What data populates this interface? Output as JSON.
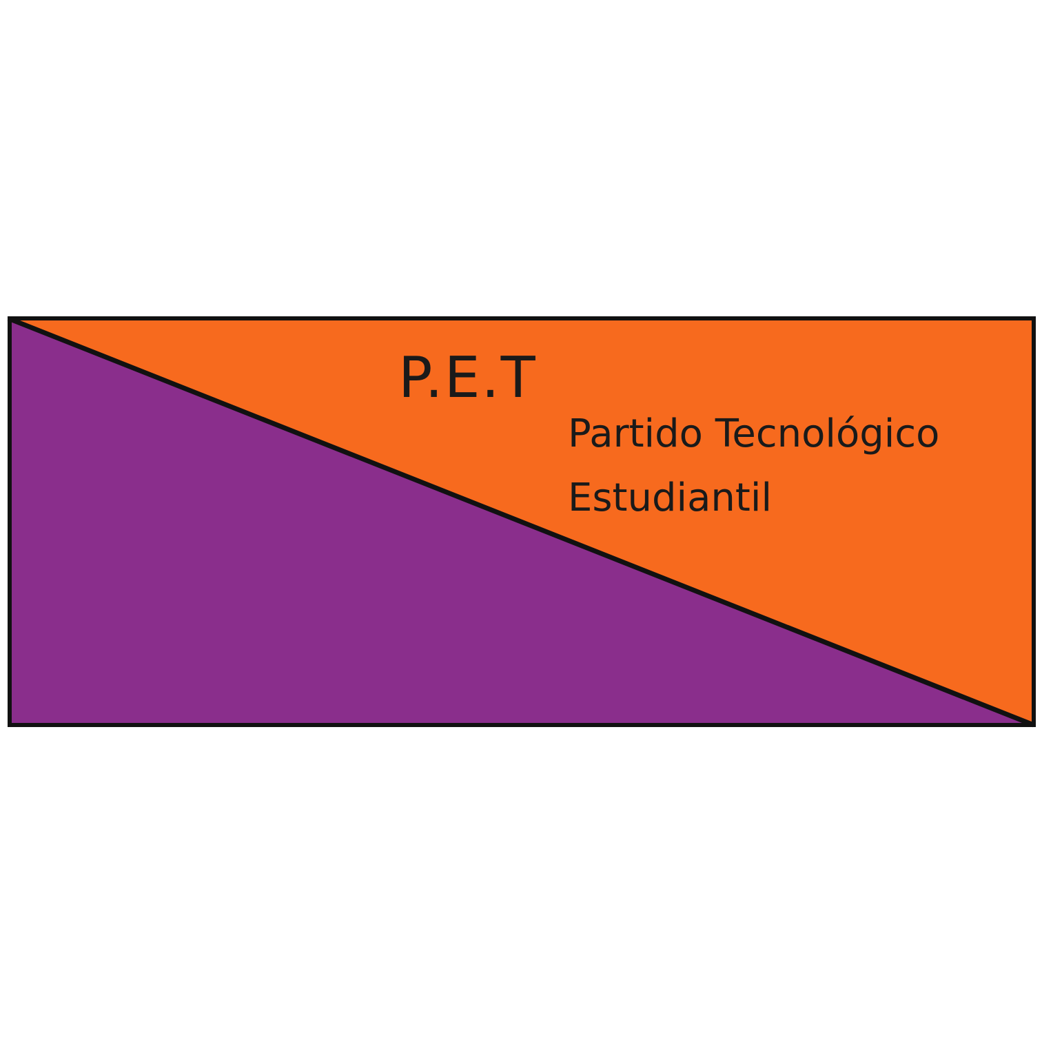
{
  "flag": {
    "acronym": "P.E.T",
    "name_line_1": "Partido Tecnológico",
    "name_line_2": "Estudiantil",
    "colors": {
      "upper_triangle": "#f76a1e",
      "lower_triangle": "#8a2e8c",
      "outline": "#111111",
      "text": "#1a1a1a",
      "background": "#ffffff"
    }
  }
}
